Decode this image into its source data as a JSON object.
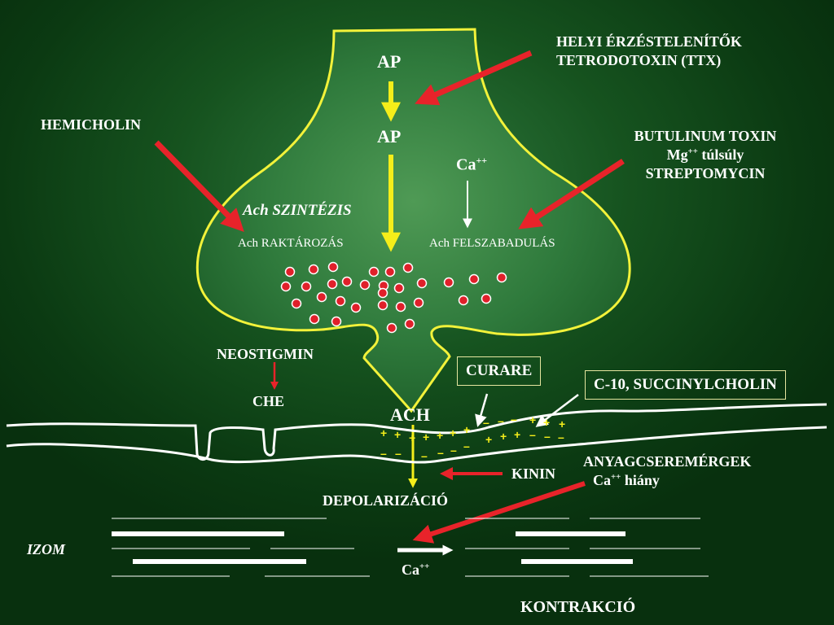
{
  "labels": {
    "ap_top": "AP",
    "ap_mid": "AP",
    "ca_terminal": "Ca",
    "ca_sup": "++",
    "ach_szintezis": "Ach SZINTÉZIS",
    "ach_raktarozas": "Ach RAKTÁROZÁS",
    "ach_felszabadulas": "Ach FELSZABADULÁS",
    "hemicholin": "HEMICHOLIN",
    "helyi_line1": "HELYI ÉRZÉSTELENÍTŐK",
    "helyi_line2": "TETRODOTOXIN (TTX)",
    "butulinum": "BUTULINUM TOXIN",
    "mg_prefix": "Mg",
    "mg_sup": "++",
    "mg_suffix": " túlsúly",
    "streptomycin": "STREPTOMYCIN",
    "neostigmin": "NEOSTIGMIN",
    "che": "CHE",
    "curare": "CURARE",
    "c10": "C-10, SUCCINYLCHOLIN",
    "ach": "ACH",
    "kinin": "KININ",
    "anyagcsere": "ANYAGCSEREMÉRGEK",
    "ca_hiany_prefix": "Ca",
    "ca_hiany_sup": "++",
    "ca_hiany_suffix": " hiány",
    "depolarizacio": "DEPOLARIZÁCIÓ",
    "izom": "IZOM",
    "ca_muscle": "Ca",
    "ca_muscle_sup": "++",
    "kontrakcio": "KONTRAKCIÓ"
  },
  "charges": {
    "plus": "+",
    "minus": "–"
  },
  "colors": {
    "terminal_outline": "#f2f23a",
    "flow_arrow": "#f5ee1a",
    "inhibitor_arrow": "#e8232a",
    "vesicle": "#e0202a",
    "membrane": "#ffffff"
  }
}
